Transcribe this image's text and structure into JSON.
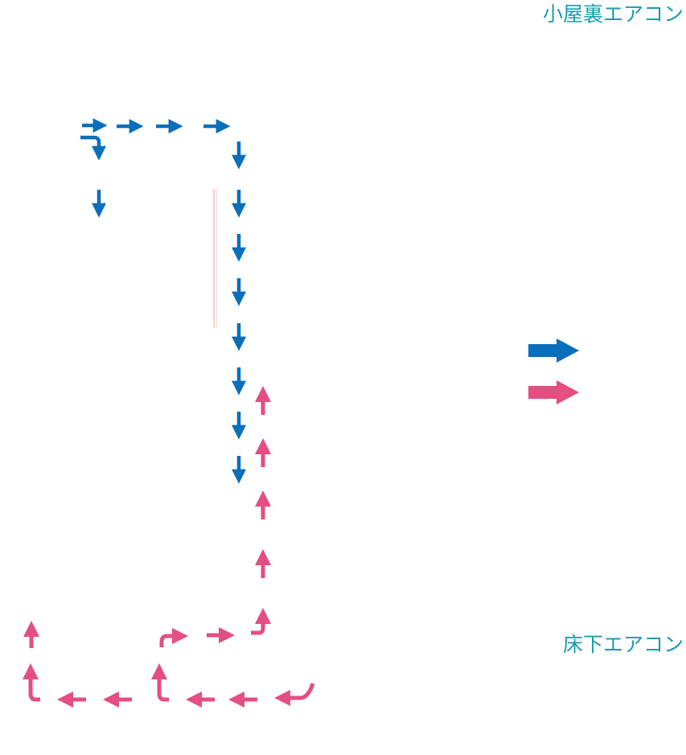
{
  "labels": {
    "attic_ac": "小屋裏エアコン",
    "underfloor_ac": "床下エアコン"
  },
  "colors": {
    "attic": "#0a6fbb",
    "underfloor": "#e44e81",
    "label": "#1a9dae",
    "wall": "#e6a3a3"
  },
  "legend": [
    {
      "name": "legend-arrow-attic",
      "color_key": "attic"
    },
    {
      "name": "legend-arrow-underfloor",
      "color_key": "underfloor"
    }
  ]
}
